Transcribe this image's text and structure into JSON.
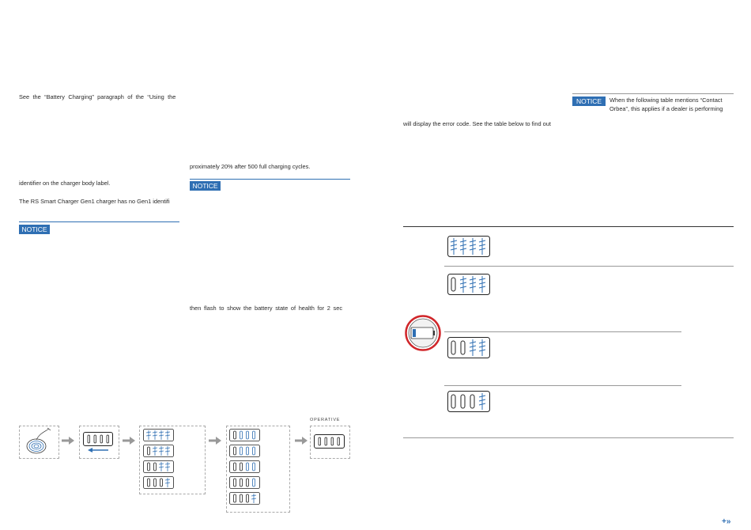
{
  "left_column": {
    "line1": "See the “Battery Charging” paragraph of the “Using the",
    "line2": "identifier on the charger body label.",
    "line3": "The RS Smart Charger Gen1 charger has no Gen1 identifi",
    "notice": "NOTICE"
  },
  "middle_column": {
    "line1": "proximately 20% after 500 full charging cycles.",
    "notice": "NOTICE",
    "line2": "then flash to show the battery state of health for 2 sec"
  },
  "right_column": {
    "notice": "NOTICE",
    "notice_text_1": "When the following table mentions “Contact",
    "notice_text_2": "Orbea”, this applies if a dealer is performing",
    "line1": "will display the error code. See the table below to find out"
  },
  "diagram": {
    "operative_label": "OPERATIVE"
  },
  "footer": {
    "next_icon": "+»"
  },
  "colors": {
    "accent": "#2f6fb3",
    "alert": "#d0262a"
  },
  "icons": [
    "charger-coil-icon",
    "arrow-right-icon",
    "battery-leds-icon",
    "battery-alert-icon",
    "next-page-icon"
  ]
}
